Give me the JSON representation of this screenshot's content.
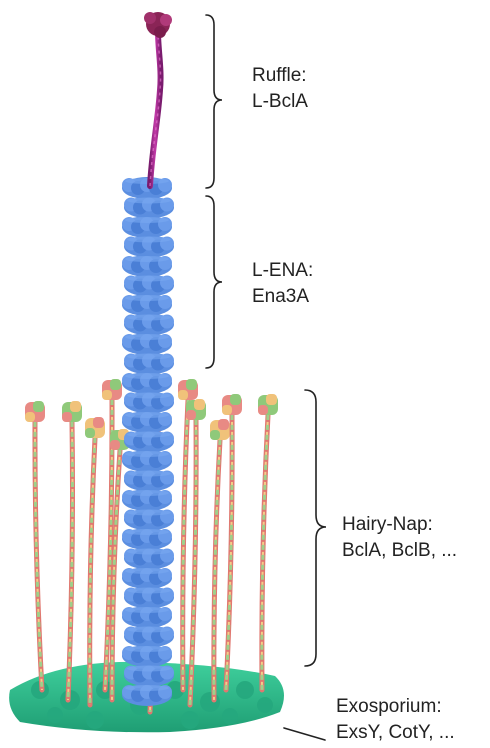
{
  "labels": {
    "ruffle": {
      "line1": "Ruffle:",
      "line2": "L-BclA"
    },
    "lena": {
      "line1": "L-ENA:",
      "line2": "Ena3A"
    },
    "hairy_nap": {
      "line1": "Hairy-Nap:",
      "line2": "BclA, BclB, ..."
    },
    "exosporium": {
      "line1": "Exosporium:",
      "line2": "ExsY, CotY, ..."
    }
  },
  "colors": {
    "ena_fiber": "#5b8ee0",
    "ruffle_stalk": "#a0208a",
    "ruffle_head": "#8a2456",
    "nap_head_pink": "#e88a84",
    "nap_head_green": "#8fc97a",
    "nap_head_yellow": "#f0c27a",
    "base": "#2dbb8e"
  }
}
